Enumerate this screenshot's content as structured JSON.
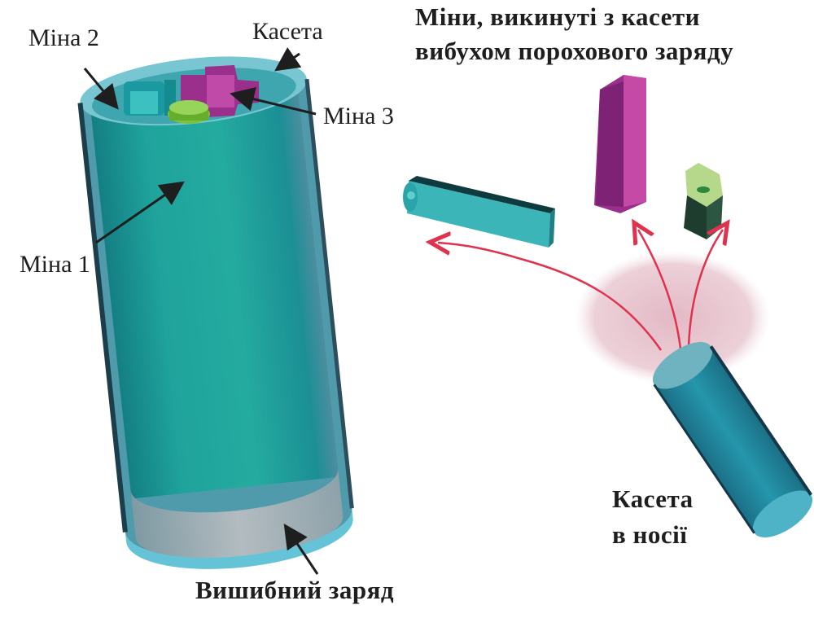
{
  "diagram": {
    "labels": {
      "mine_2": "Міна 2",
      "cassette": "Касета",
      "mine_3": "Міна 3",
      "mine_1": "Міна 1",
      "ejection_charge": "Вишибний заряд",
      "ejected_title_line1": "Міни, викинуті з касети",
      "ejected_title_line2": "вибухом порохового заряду",
      "carrier_line1": "Касета",
      "carrier_line2": "в носії"
    },
    "colors": {
      "cassette_shell": "#4bb3c4",
      "mine_1_body": "#1fa39c",
      "mine_2": "#2aa8a8",
      "mine_3": "#a03a92",
      "mine_green": "#7cc23a",
      "charge": "#a9b4b8",
      "trajectory": "#e0324e",
      "blast_cloud": "#e8c6cf",
      "outline": "#1d3d4a"
    }
  }
}
